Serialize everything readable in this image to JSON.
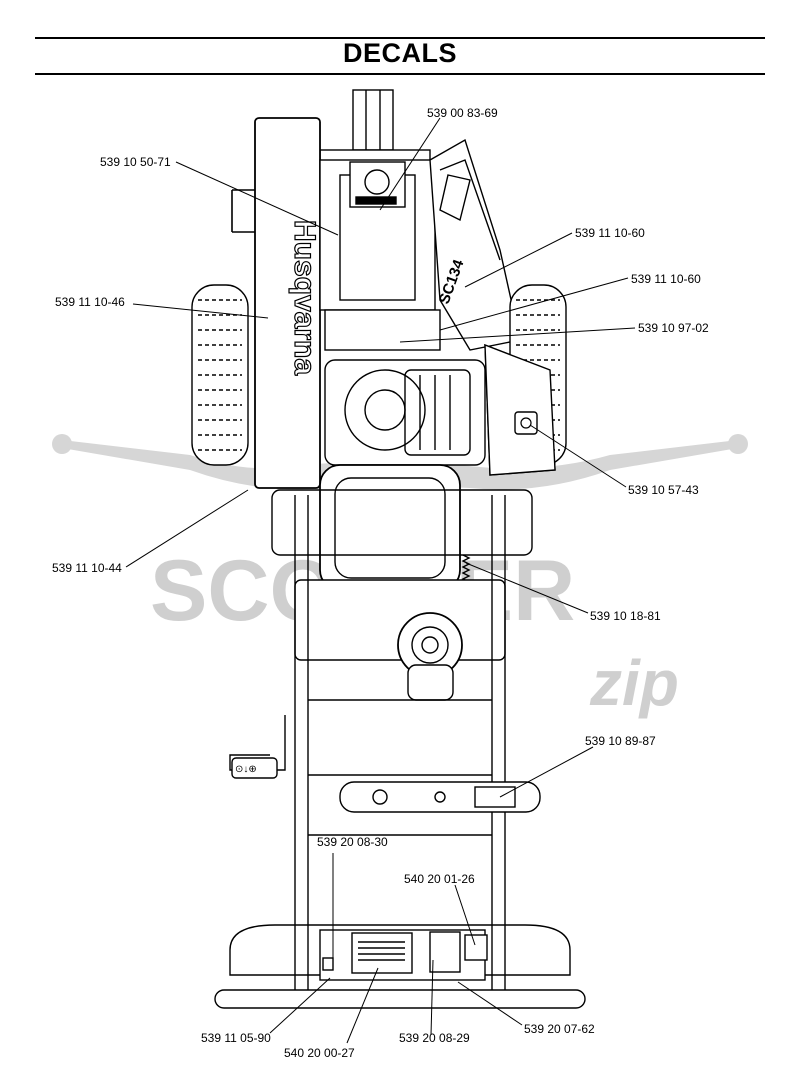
{
  "title": "DECALS",
  "colors": {
    "line": "#000000",
    "watermark": "#cfcfcf",
    "paper": "#ffffff"
  },
  "brand": "Husqvarna",
  "model_label": "SC134",
  "watermark": {
    "word": "SCOOTER",
    "script": "zip"
  },
  "decal_labels": [
    "539 00 83-69",
    "539 10 50-71",
    "539 11 10-60",
    "539 11 10-60",
    "539 11 10-46",
    "539 10 97-02",
    "539 10 57-43",
    "539 11 10-44",
    "539 10 18-81",
    "539 10 89-87",
    "539 20 08-30",
    "540 20 01-26",
    "539 11 05-90",
    "540 20 00-27",
    "539 20 08-29",
    "539 20 07-62"
  ]
}
